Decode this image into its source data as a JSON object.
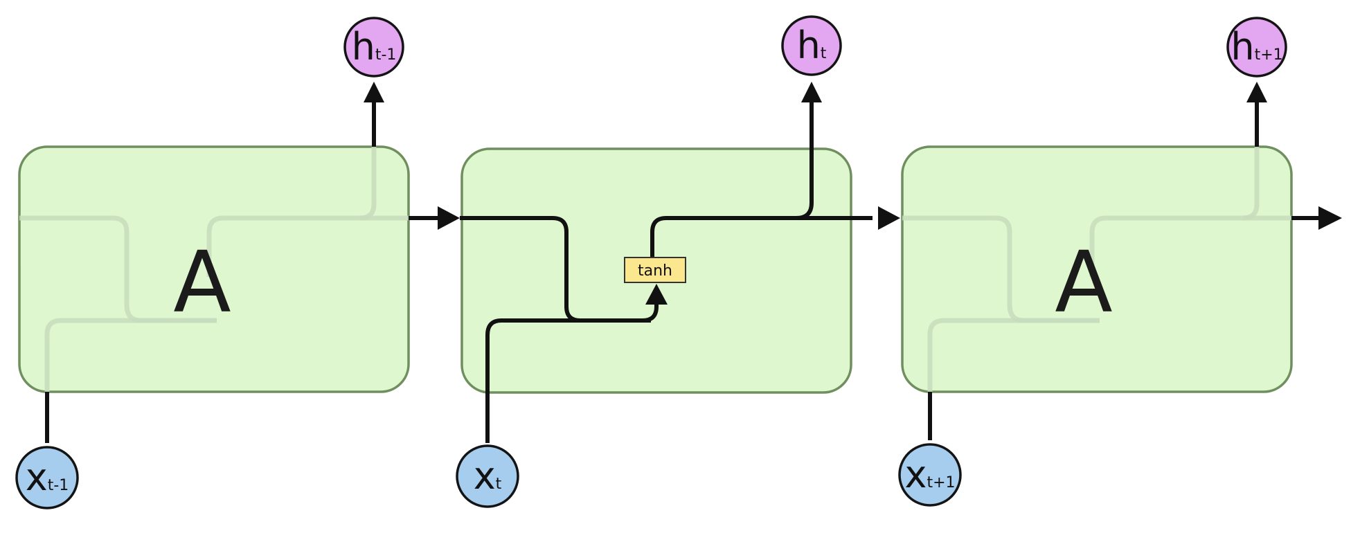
{
  "cells": [
    {
      "label": "A"
    },
    {
      "label": ""
    },
    {
      "label": "A"
    }
  ],
  "operation": {
    "label": "tanh"
  },
  "outputs": [
    {
      "main": "h",
      "sub": "t-1"
    },
    {
      "main": "h",
      "sub": "t"
    },
    {
      "main": "h",
      "sub": "t+1"
    }
  ],
  "inputs": [
    {
      "main": "x",
      "sub": "t-1"
    },
    {
      "main": "x",
      "sub": "t"
    },
    {
      "main": "x",
      "sub": "t+1"
    }
  ],
  "colors": {
    "cell_fill": "#dff7cf",
    "cell_border": "#6f8f5e",
    "output_node": "#e3a6f0",
    "input_node": "#a7cdee",
    "tanh_box": "#fbe88e",
    "wire": "#111111"
  }
}
